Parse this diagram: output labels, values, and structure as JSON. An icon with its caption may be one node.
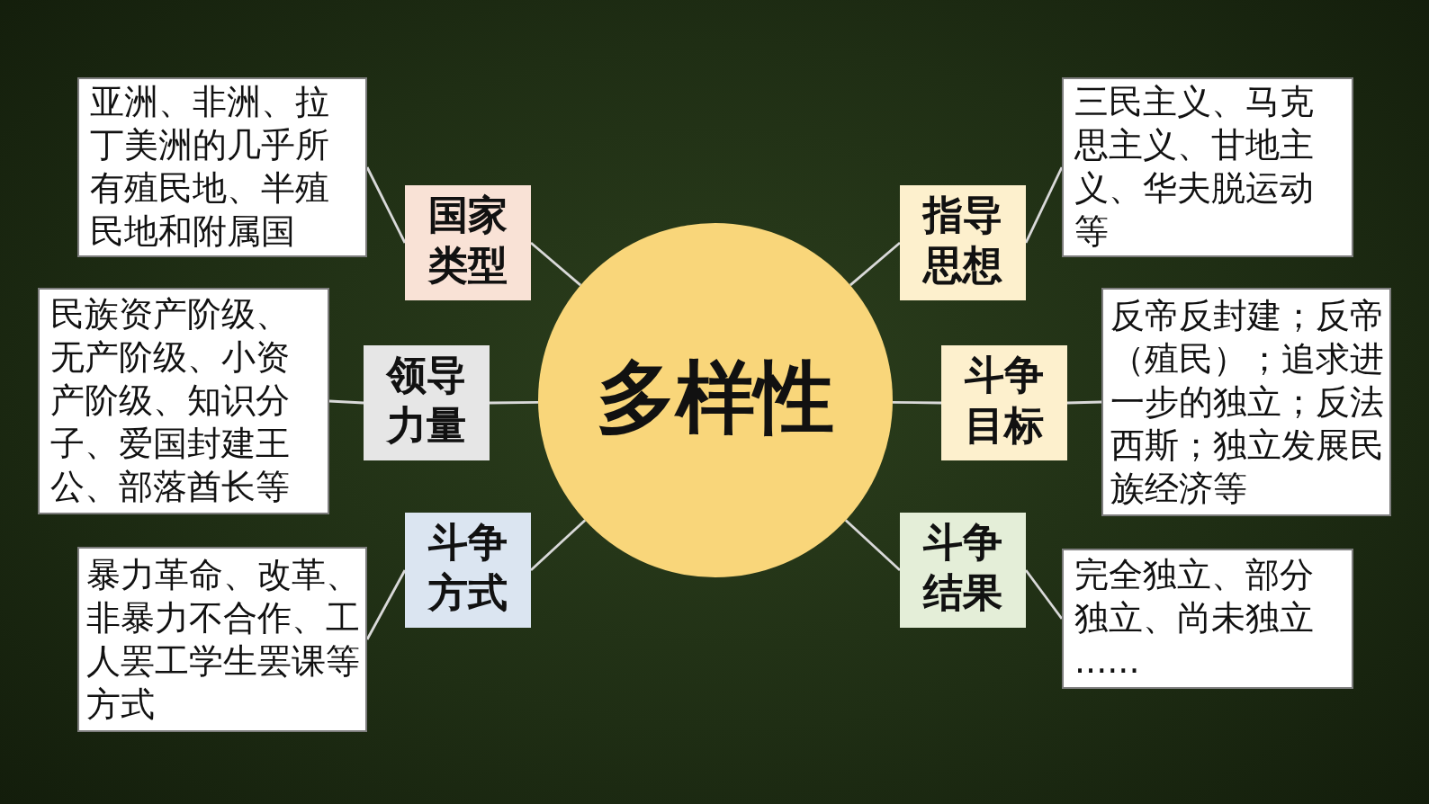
{
  "diagram": {
    "nodes": [
      {
        "text": [
          "多样性"
        ]
      },
      {
        "text": [
          "国家类型"
        ]
      },
      {
        "text": [
          "亚洲、非洲、拉丁美洲的几乎所有殖民地、半殖民地和附属国"
        ]
      },
      {
        "text": [
          "领导力量"
        ]
      },
      {
        "text": [
          "民族资产阶级、无产阶级、小资产阶级、知识分子、爱国封建王公、部落酋长等"
        ]
      },
      {
        "text": [
          "斗争方式"
        ]
      },
      {
        "text": [
          "暴力革命、改革、非暴力不合作、工人罢工学生罢课等方式"
        ]
      },
      {
        "text": [
          "指导思想"
        ]
      },
      {
        "text": [
          "三民主义、马克思主义、甘地主义、华夫脱运动等"
        ]
      },
      {
        "text": [
          "斗争目标"
        ]
      },
      {
        "text": [
          "反帝反封建；反帝（殖民）；追求进一步的独立；反法西斯；独立发展民族经济等"
        ]
      },
      {
        "text": [
          "斗争结果"
        ]
      },
      {
        "text": [
          "完全独立、部分独立、尚未独立......"
        ]
      }
    ],
    "edges": [
      {
        "from": 0,
        "to": 1,
        "arrow": "none"
      },
      {
        "from": 1,
        "to": 2,
        "arrow": "none"
      },
      {
        "from": 0,
        "to": 3,
        "arrow": "none"
      },
      {
        "from": 3,
        "to": 4,
        "arrow": "none"
      },
      {
        "from": 0,
        "to": 5,
        "arrow": "none"
      },
      {
        "from": 5,
        "to": 6,
        "arrow": "none"
      },
      {
        "from": 0,
        "to": 7,
        "arrow": "none"
      },
      {
        "from": 7,
        "to": 8,
        "arrow": "none"
      },
      {
        "from": 0,
        "to": 9,
        "arrow": "none"
      },
      {
        "from": 9,
        "to": 10,
        "arrow": "none"
      },
      {
        "from": 0,
        "to": 11,
        "arrow": "none"
      },
      {
        "from": 11,
        "to": 12,
        "arrow": "none"
      }
    ]
  }
}
